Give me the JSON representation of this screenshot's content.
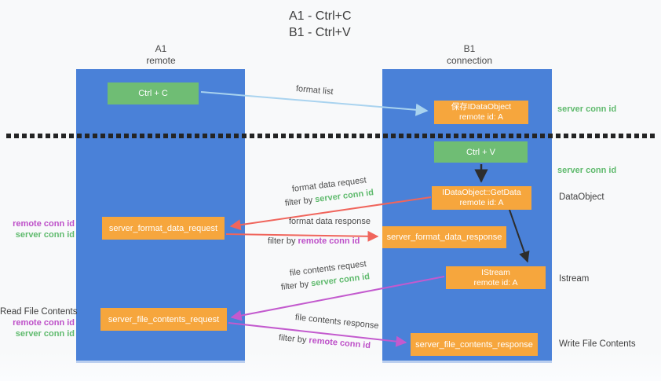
{
  "title": {
    "line1": "A1 - Ctrl+C",
    "line2": "B1 - Ctrl+V"
  },
  "lifelines": {
    "a1": {
      "name": "A1",
      "subtitle": "remote"
    },
    "b1": {
      "name": "B1",
      "subtitle": "connection"
    }
  },
  "nodes": {
    "ctrl_c": {
      "label": "Ctrl + C"
    },
    "save_dataobject": {
      "line1": "保存IDataObject",
      "line2": "remote id: A"
    },
    "ctrl_v": {
      "label": "Ctrl + V"
    },
    "getdata": {
      "line1": "IDataObject::GetData",
      "line2": "remote id: A"
    },
    "format_data_request": {
      "label": "server_format_data_request"
    },
    "format_data_response": {
      "label": "server_format_data_response"
    },
    "istream": {
      "line1": "IStream",
      "line2": "remote id: A"
    },
    "file_contents_request": {
      "label": "server_file_contents_request"
    },
    "file_contents_response": {
      "label": "server_file_contents_response"
    }
  },
  "edge_labels": {
    "format_list": "format list",
    "format_data_request": "format data request",
    "format_data_response": "format data response",
    "file_contents_request": "file contents request",
    "file_contents_response": "file contents response",
    "filter_by": "filter by",
    "server_conn_id": "server conn id",
    "remote_conn_id": "remote conn id"
  },
  "side_labels": {
    "right_server_conn_top": "server conn id",
    "right_server_conn_mid": "server conn id",
    "dataobject": "DataObject",
    "istream": "Istream",
    "write_file_contents": "Write File Contents",
    "left_remote_conn_top": "remote conn id",
    "left_server_conn_top": "server conn id",
    "read_file_contents": "Read File Contents",
    "left_remote_conn_bottom": "remote conn id",
    "left_server_conn_bottom": "server conn id"
  },
  "colors": {
    "lifeline_blue": "#4a81d8",
    "box_green": "#6fbd74",
    "box_orange": "#f6a63d",
    "arrow_blue": "#a9d3ef",
    "arrow_red": "#f0655c",
    "arrow_magenta": "#c35ace",
    "arrow_black": "#2d2d2d",
    "label_green": "#5fba6d",
    "label_magenta": "#bd4fc8"
  }
}
